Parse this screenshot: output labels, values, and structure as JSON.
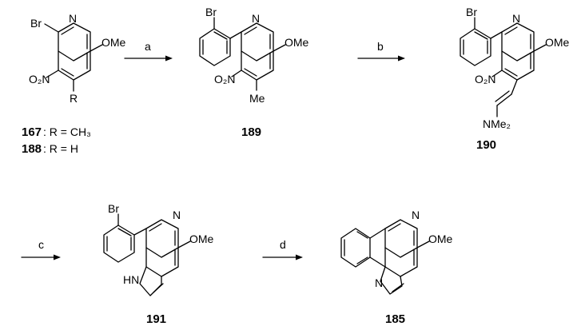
{
  "atoms": {
    "n": "N",
    "ome": "OMe",
    "br": "Br",
    "no2_o2": "O₂N",
    "no2_n": "N",
    "no2_prefix": "O₂",
    "r": "R",
    "me": "Me",
    "nme2": "NMe₂",
    "hn": "HN"
  },
  "reagents": {
    "a": "a",
    "b": "b",
    "c": "c",
    "d": "d"
  },
  "compounds": {
    "c167": "167",
    "c188": "188",
    "c189": "189",
    "c190": "190",
    "c191": "191",
    "c185": "185"
  },
  "substituents": {
    "r_ch3": ": R = CH₃",
    "r_h": ": R = H"
  }
}
